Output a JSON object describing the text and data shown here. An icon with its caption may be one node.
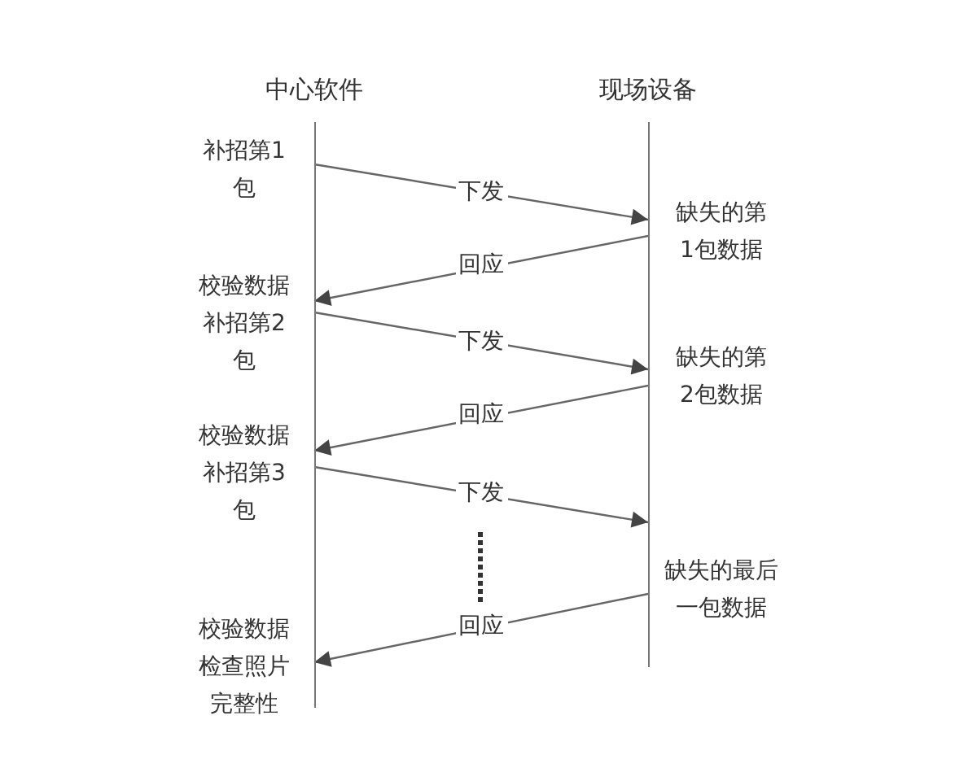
{
  "diagram": {
    "nodes": [
      {
        "text": [
          "中心软件"
        ]
      },
      {
        "text": [
          "现场设备"
        ]
      }
    ],
    "edges": [
      {
        "from": 0,
        "to": 1,
        "arrow": "to",
        "label": "下发"
      },
      {
        "from": 1,
        "to": 0,
        "arrow": "to",
        "label": "回应"
      },
      {
        "from": 0,
        "to": 1,
        "arrow": "to",
        "label": "下发"
      },
      {
        "from": 1,
        "to": 0,
        "arrow": "to",
        "label": "回应"
      },
      {
        "from": 0,
        "to": 1,
        "arrow": "to",
        "label": "下发"
      },
      {
        "from": 1,
        "to": 0,
        "arrow": "to",
        "label": "回应"
      }
    ],
    "labels": [
      "补招第1包",
      "缺失的第1包数据",
      "校验数据补招第2包",
      "缺失的第2包数据",
      "校验数据补招第3包",
      "缺失的最后一包数据",
      "校验数据检查照片完整性"
    ]
  }
}
